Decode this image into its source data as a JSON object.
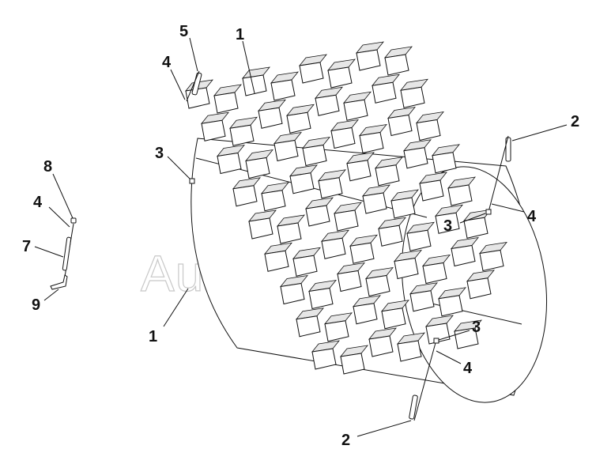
{
  "diagram": {
    "watermark": "AutoSoft.ru",
    "callouts": [
      {
        "id": "c1-top",
        "text": "1"
      },
      {
        "id": "c1-bottom",
        "text": "1"
      },
      {
        "id": "c2-top",
        "text": "2"
      },
      {
        "id": "c2-bottom",
        "text": "2"
      },
      {
        "id": "c3-left",
        "text": "3"
      },
      {
        "id": "c3-right-upper",
        "text": "3"
      },
      {
        "id": "c3-right-lower",
        "text": "3"
      },
      {
        "id": "c4-top",
        "text": "4"
      },
      {
        "id": "c4-left",
        "text": "4"
      },
      {
        "id": "c4-right-upper",
        "text": "4"
      },
      {
        "id": "c4-right-lower",
        "text": "4"
      },
      {
        "id": "c5",
        "text": "5"
      },
      {
        "id": "c7",
        "text": "7"
      },
      {
        "id": "c8",
        "text": "8"
      },
      {
        "id": "c9",
        "text": "9"
      }
    ]
  }
}
